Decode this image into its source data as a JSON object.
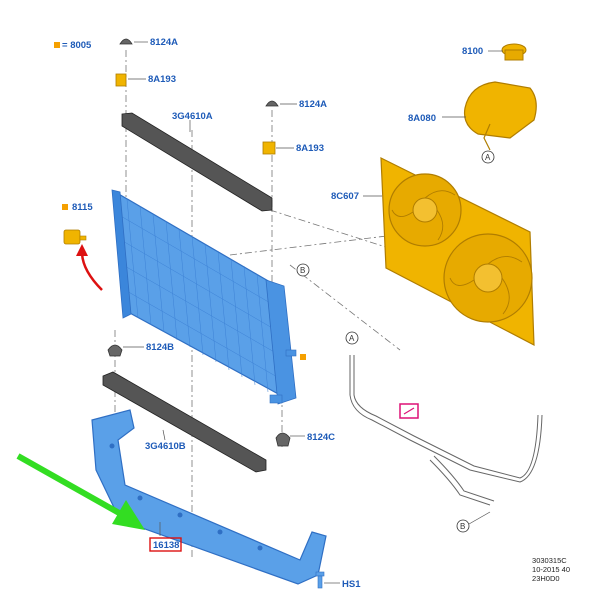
{
  "labels": {
    "l8005": "8005",
    "l8124A_1": "8124A",
    "l8A193_1": "8A193",
    "l3G4610A": "3G4610A",
    "l8124A_2": "8124A",
    "l8A193_2": "8A193",
    "l8100": "8100",
    "l8A080": "8A080",
    "l8C607": "8C607",
    "l8115": "8115",
    "l8124B": "8124B",
    "l3G4610B": "3G4610B",
    "l8124C": "8124C",
    "l16138": "16138",
    "lHS1": "HS1",
    "cA1": "A",
    "cB1": "B",
    "cA2": "A",
    "cB2": "B"
  },
  "code": {
    "line1": "3030315C",
    "line2": "10-2015 40",
    "line3": "23H0D0"
  },
  "colors": {
    "radiator": "#5aa0e8",
    "radiator_dark": "#2f6fc4",
    "fan": "#f0b400",
    "fan_dark": "#b07d00",
    "label": "#1e5bb8",
    "marker": "#f5a000",
    "arrow_green": "#33dd22",
    "arrow_red": "#dd1111",
    "highlight": "#dd1177"
  }
}
